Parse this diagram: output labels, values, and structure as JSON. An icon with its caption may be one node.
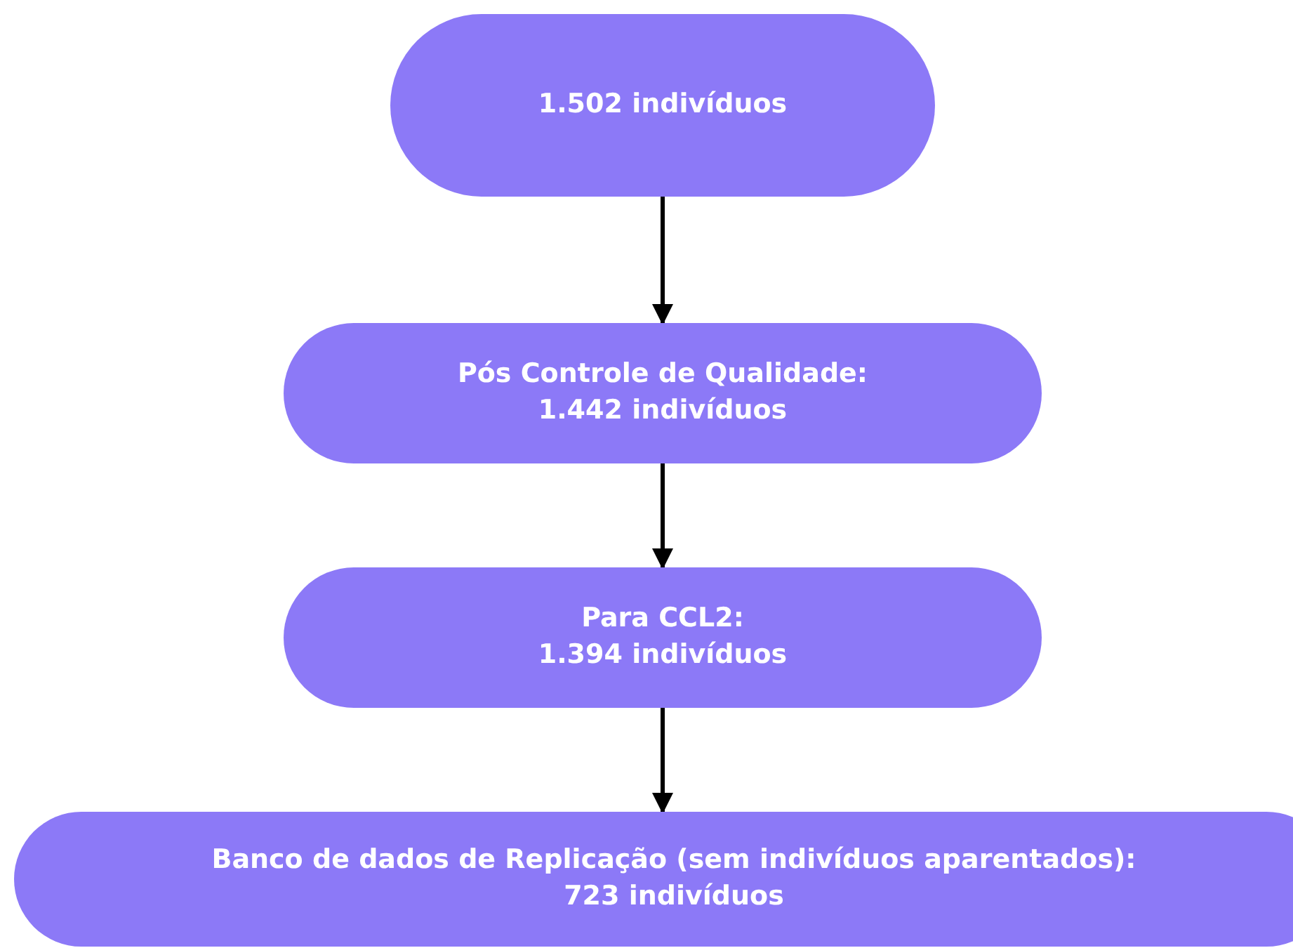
{
  "diagram": {
    "nodes": [
      {
        "text": [
          "1.502 indivíduos"
        ]
      },
      {
        "text": [
          "Pós Controle de Qualidade:",
          "1.442 indivíduos"
        ]
      },
      {
        "text": [
          "Para CCL2:",
          "1.394 indivíduos"
        ]
      },
      {
        "text": [
          "Banco de dados de Replicação (sem indivíduos aparentados):",
          "723 indivíduos"
        ]
      }
    ],
    "edges": [
      {
        "from": 0,
        "to": 1,
        "arrow": "to"
      },
      {
        "from": 1,
        "to": 2,
        "arrow": "to"
      },
      {
        "from": 2,
        "to": 3,
        "arrow": "to"
      }
    ]
  }
}
